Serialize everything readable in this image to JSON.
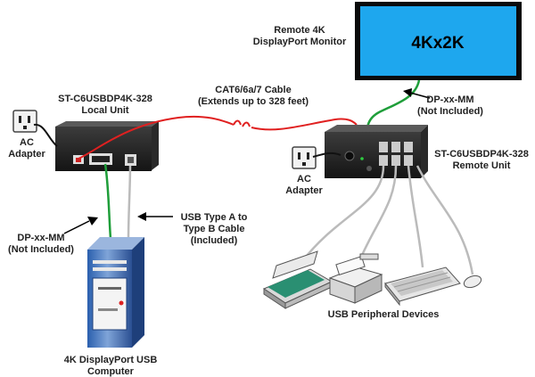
{
  "monitor": {
    "caption_line1": "Remote 4K",
    "caption_line2": "DisplayPort Monitor",
    "screen_text": "4Kx2K",
    "screen_color": "#1ea7ee"
  },
  "local_unit": {
    "model": "ST-C6USBDP4K-328",
    "label": "Local Unit"
  },
  "remote_unit": {
    "model": "ST-C6USBDP4K-328",
    "label": "Remote Unit"
  },
  "cat_cable": {
    "line1": "CAT6/6a/7 Cable",
    "line2": "(Extends up to 328 feet)",
    "color": "#e02020"
  },
  "ac_local": {
    "line1": "AC",
    "line2": "Adapter"
  },
  "ac_remote": {
    "line1": "AC",
    "line2": "Adapter"
  },
  "dp_local": {
    "line1": "DP-xx-MM",
    "line2": "(Not Included)",
    "color": "#1f9e3a"
  },
  "dp_remote": {
    "line1": "DP-xx-MM",
    "line2": "(Not Included)"
  },
  "usb_cable": {
    "line1": "USB Type A to",
    "line2": "Type B Cable",
    "line3": "(Included)"
  },
  "computer": {
    "line1": "4K DisplayPort USB",
    "line2": "Computer"
  },
  "peripherals": {
    "label": "USB Peripheral Devices"
  },
  "icons": [
    "ac-outlet-icon",
    "computer-tower-icon",
    "scanner-icon",
    "printer-icon",
    "keyboard-icon",
    "mouse-icon"
  ]
}
